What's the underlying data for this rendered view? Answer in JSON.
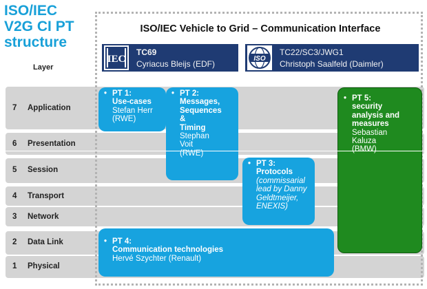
{
  "title": {
    "lines": [
      "ISO/IEC",
      "V2G CI PT",
      "structure"
    ],
    "layer_caption": "Layer"
  },
  "frame": {
    "title": "ISO/IEC Vehicle to Grid – Communication Interface"
  },
  "orgs": {
    "iec": {
      "logo_text": "IEC",
      "committee": "TC69",
      "person": "Cyriacus Bleijs (EDF)"
    },
    "iso": {
      "logo_text": "ISO",
      "committee": "TC22/SC3/JWG1",
      "person": "Christoph Saalfeld (Daimler)"
    }
  },
  "layers": [
    {
      "num": "7",
      "name": "Application"
    },
    {
      "num": "6",
      "name": "Presentation"
    },
    {
      "num": "5",
      "name": "Session"
    },
    {
      "num": "4",
      "name": "Transport"
    },
    {
      "num": "3",
      "name": "Network"
    },
    {
      "num": "2",
      "name": "Data Link"
    },
    {
      "num": "1",
      "name": "Physical"
    }
  ],
  "pts": {
    "pt1": {
      "bullet": "•",
      "head": "PT 1:",
      "lines": [
        "Use-cases"
      ],
      "plain": [
        "Stefan Herr",
        "(RWE)"
      ]
    },
    "pt2": {
      "bullet": "•",
      "head": "PT 2:",
      "lines": [
        "Messages,",
        "Sequences",
        "&",
        "Timing"
      ],
      "plain": [
        "Stephan",
        "Voit",
        "(RWE)"
      ]
    },
    "pt3": {
      "bullet": "•",
      "head": "PT 3:",
      "lines": [
        "Protocols"
      ],
      "italic": [
        "(commissarial",
        "lead by Danny",
        "Geldtmeijer,",
        "ENEXIS)"
      ]
    },
    "pt4": {
      "bullet": "•",
      "head": "PT 4:",
      "lines": [
        "Communication technologies"
      ],
      "plain": [
        "Hervé Szychter (Renault)"
      ]
    },
    "pt5": {
      "bullet": "•",
      "head": "PT 5:",
      "lines": [
        "security",
        "analysis and",
        "measures"
      ],
      "plain": [
        "Sebastian",
        "Kaluza",
        "(BMW)"
      ]
    }
  },
  "colors": {
    "title": "#18a0d8",
    "org_bar": "#1f3b73",
    "pt_blue": "#17a3df",
    "pt_green": "#1f8a1f",
    "row": "#d4d4d4"
  }
}
